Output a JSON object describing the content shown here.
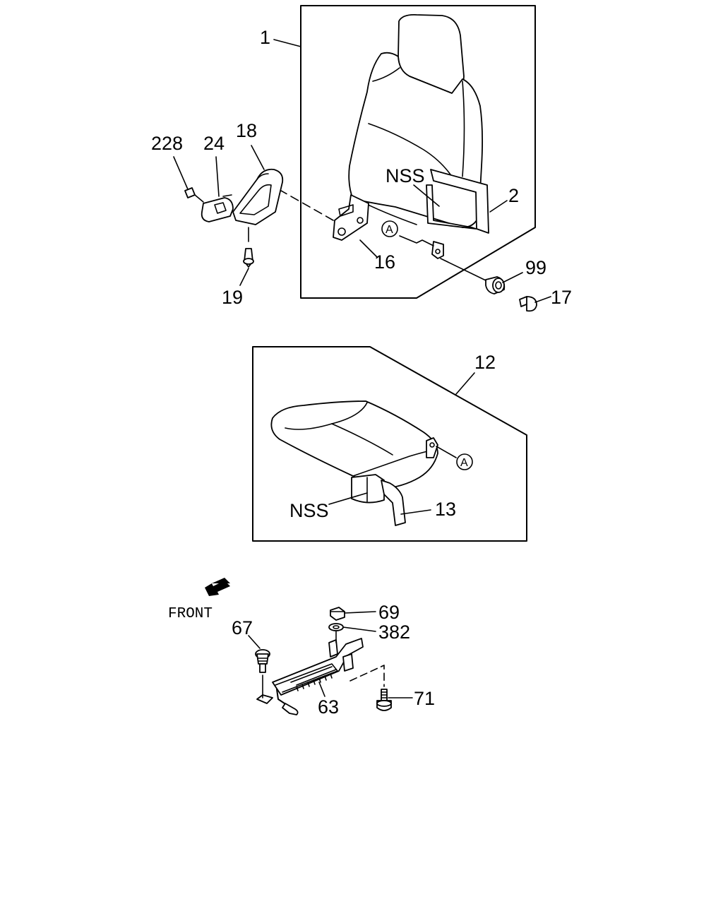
{
  "labels": {
    "p1": "1",
    "p2": "2",
    "p12": "12",
    "p13": "13",
    "p16": "16",
    "p17": "17",
    "p18": "18",
    "p19": "19",
    "p24": "24",
    "p63": "63",
    "p67": "67",
    "p69": "69",
    "p71": "71",
    "p99": "99",
    "p228": "228",
    "p382": "382",
    "nss_back": "NSS",
    "nss_cushion": "NSS",
    "ref_a_back": "A",
    "ref_a_cushion": "A",
    "front": "FRONT"
  }
}
